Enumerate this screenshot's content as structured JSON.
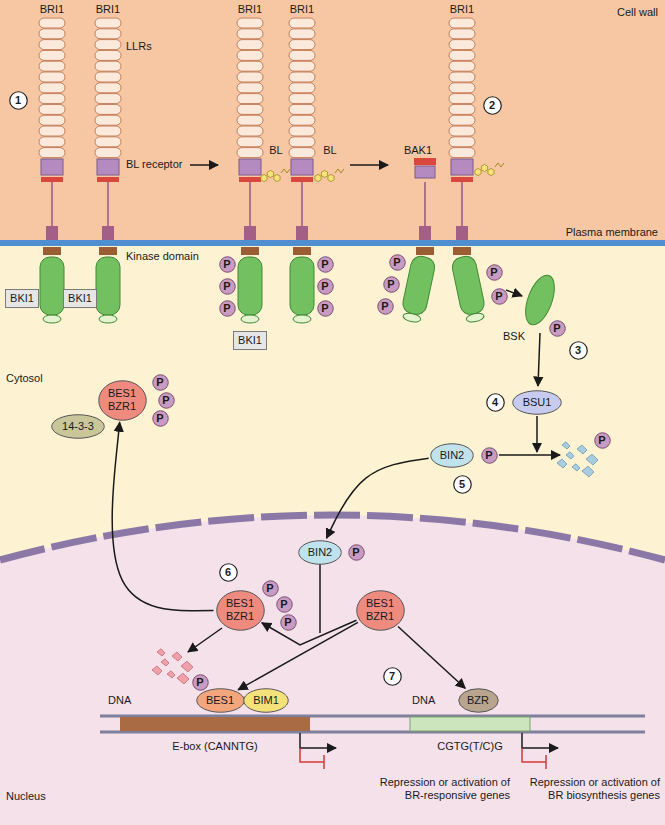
{
  "diagram": {
    "nodes": [
      {
        "text": [
          "1"
        ]
      },
      {
        "text": [
          "BKI1"
        ]
      },
      {
        "text": [
          "BKI1"
        ]
      },
      {
        "text": [
          "P"
        ]
      },
      {
        "text": [
          "P"
        ]
      },
      {
        "text": [
          "P"
        ]
      },
      {
        "text": [
          "P"
        ]
      },
      {
        "text": [
          "P"
        ]
      },
      {
        "text": [
          "P"
        ]
      },
      {
        "text": [
          "BKI1"
        ]
      },
      {
        "text": [
          "2"
        ]
      },
      {
        "text": [
          "P"
        ]
      },
      {
        "text": [
          "P"
        ]
      },
      {
        "text": [
          "P"
        ]
      },
      {
        "text": [
          "P"
        ]
      },
      {
        "text": [
          "P"
        ]
      },
      {
        "text": [
          "P"
        ]
      },
      {
        "text": [
          "3"
        ]
      },
      {
        "text": [
          "4"
        ]
      },
      {
        "text": [
          "BSU1"
        ]
      },
      {
        "text": [
          "P"
        ]
      },
      {
        "text": [
          "BIN2"
        ]
      },
      {
        "text": [
          "P"
        ]
      },
      {
        "text": [
          "5"
        ]
      },
      {
        "text": [
          "BES1 BZR1"
        ]
      },
      {
        "text": [
          "14-3-3"
        ]
      },
      {
        "text": [
          "P"
        ]
      },
      {
        "text": [
          "P"
        ]
      },
      {
        "text": [
          "P"
        ]
      },
      {
        "text": [
          "BIN2"
        ]
      },
      {
        "text": [
          "P"
        ]
      },
      {
        "text": [
          "6"
        ]
      },
      {
        "text": [
          "BES1 BZR1"
        ]
      },
      {
        "text": [
          "P"
        ]
      },
      {
        "text": [
          "P"
        ]
      },
      {
        "text": [
          "P"
        ]
      },
      {
        "text": [
          "P"
        ]
      },
      {
        "text": [
          "BES1 BZR1"
        ]
      },
      {
        "text": [
          "7"
        ]
      },
      {
        "text": [
          "BES1"
        ]
      },
      {
        "text": [
          "BIM1"
        ]
      },
      {
        "text": [
          "BZR"
        ]
      }
    ],
    "edges": [
      {
        "from": 21,
        "to": 29,
        "arrow": "to"
      },
      {
        "from": 37,
        "to": 32,
        "arrow": "to"
      },
      {
        "from": 32,
        "to": 24,
        "arrow": "to"
      },
      {
        "from": 37,
        "to": 39,
        "arrow": "to"
      },
      {
        "from": 37,
        "to": 41,
        "arrow": "to"
      }
    ],
    "labels": [
      "BRI1",
      "BRI1",
      "Cell wall",
      "LLRs",
      "BL receptor",
      "Kinase domain",
      "BRI1",
      "BRI1",
      "BL",
      "BL",
      "Plasma membrane",
      "BRI1",
      "BAK1",
      "BSK",
      "Cytosol",
      "DNA",
      "E-box (CANNTG)",
      "DNA",
      "CGTG(T/C)G",
      "Nucleus",
      "Repression or activation of BR-responsive genes",
      "Repression or activation of BR biosynthesis genes"
    ]
  }
}
